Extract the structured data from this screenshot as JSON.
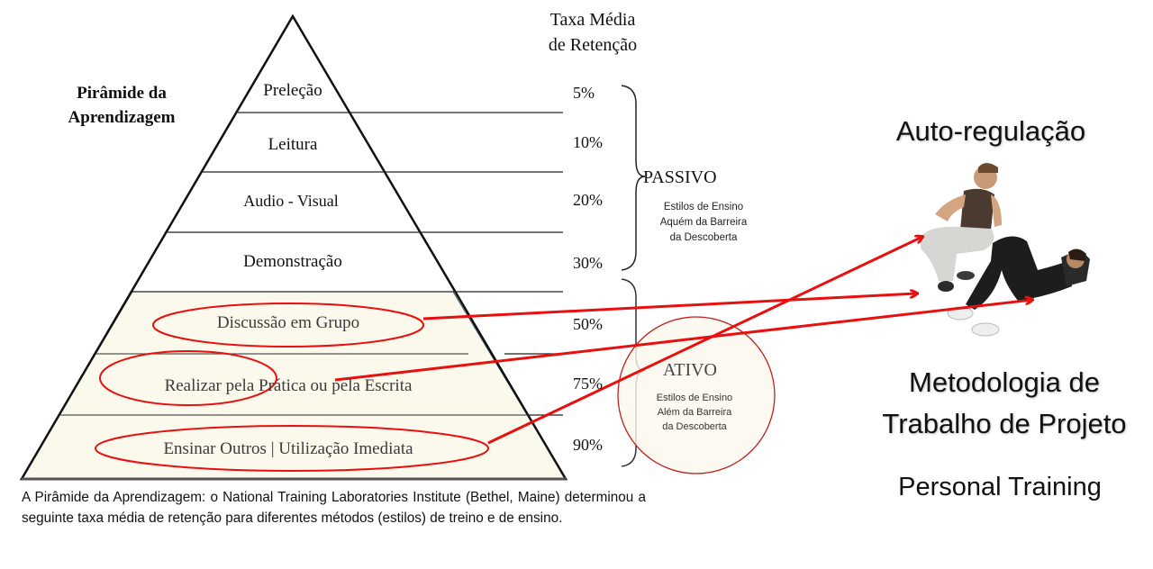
{
  "pyramid": {
    "title_line1": "Pirâmide da",
    "title_line2": "Aprendizagem",
    "levels": [
      {
        "label": "Preleção",
        "retention": "5%",
        "type": "passive"
      },
      {
        "label": "Leitura",
        "retention": "10%",
        "type": "passive"
      },
      {
        "label": "Audio - Visual",
        "retention": "20%",
        "type": "passive"
      },
      {
        "label": "Demonstração",
        "retention": "30%",
        "type": "passive"
      },
      {
        "label": "Discussão em Grupo",
        "retention": "50%",
        "type": "active"
      },
      {
        "label": "Realizar pela Prática ou pela Escrita",
        "retention": "75%",
        "type": "active"
      },
      {
        "label": "Ensinar Outros | Utilização Imediata",
        "retention": "90%",
        "type": "active"
      }
    ]
  },
  "retention_header": {
    "line1": "Taxa Média",
    "line2": "de Retenção"
  },
  "groups": {
    "passive": {
      "label": "PASSIVO",
      "sub1": "Estilos de Ensino",
      "sub2": "Aquém da Barreira",
      "sub3": "da Descoberta"
    },
    "active": {
      "label": "ATIVO",
      "sub1": "Estilos de Ensino",
      "sub2": "Além da Barreira",
      "sub3": "da Descoberta"
    }
  },
  "caption": "A Pirâmide da Aprendizagem: o National Training Laboratories Institute (Bethel, Maine) determinou a seguinte taxa média de retenção para diferentes métodos (estilos) de treino e de ensino.",
  "right_panel": {
    "title_top": "Auto-regulação",
    "title_mid_line1": "Metodologia de",
    "title_mid_line2": "Trabalho de Projeto",
    "title_bottom": "Personal Training",
    "photo_alt": "Personal trainer coaching a woman doing sit-ups"
  },
  "colors": {
    "highlight_red": "#e8100f",
    "active_fill": "#fbf8ec",
    "circle_stroke": "#c0201c"
  }
}
